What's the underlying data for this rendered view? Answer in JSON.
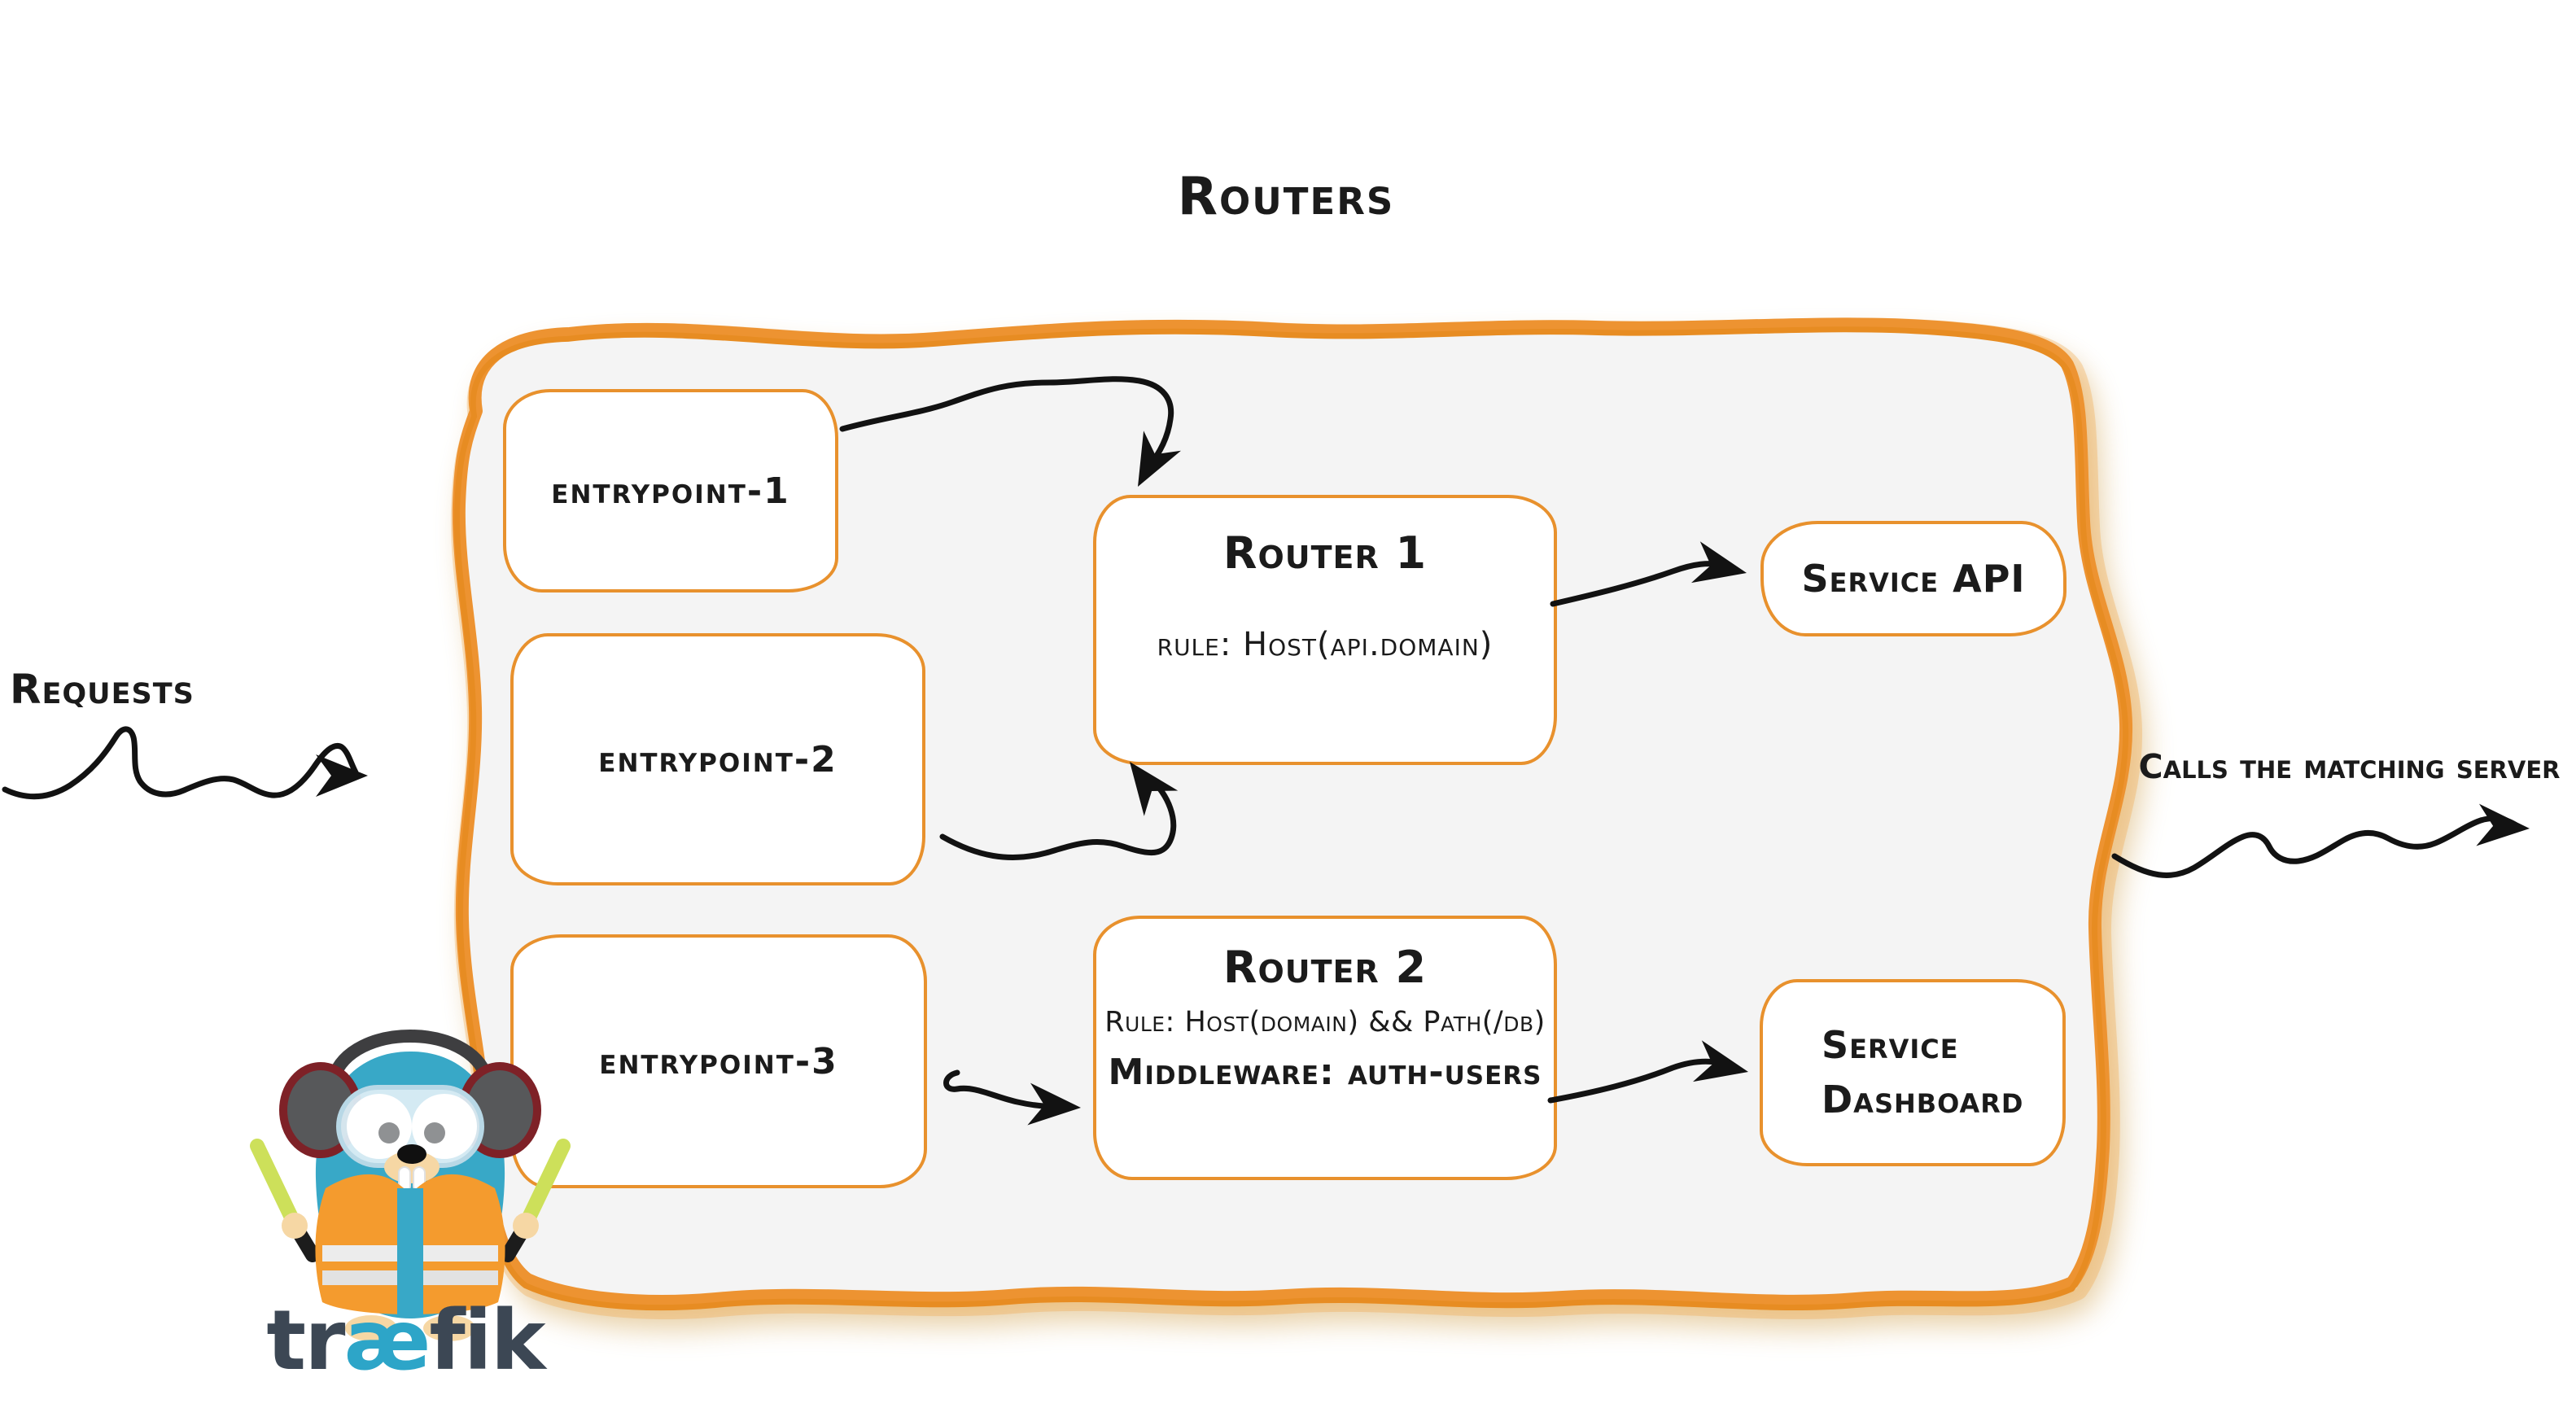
{
  "title": "Routers",
  "annotations": {
    "requests_label": "Requests",
    "calls_label": "Calls the matching server"
  },
  "entrypoints": [
    {
      "label": "entrypoint-1"
    },
    {
      "label": "entrypoint-2"
    },
    {
      "label": "entrypoint-3"
    }
  ],
  "routers": [
    {
      "title": "Router 1",
      "rule": "rule: Host(api.domain)"
    },
    {
      "title": "Router 2",
      "rule": "Rule: Host(domain) && Path(/db)",
      "middleware": "Middleware: auth-users"
    }
  ],
  "services": [
    {
      "label": "Service API"
    },
    {
      "label": "Service\nDashboard"
    }
  ],
  "logo": {
    "part1": "tr",
    "part2": "æ",
    "part3": "fik"
  },
  "colors": {
    "accent_orange": "#ED9331",
    "box_border_orange": "#E8912D",
    "panel_gray": "#F4F4F4",
    "ink": "#1B1B1B",
    "gopher_teal": "#38A8C7",
    "vest_orange": "#F49B2E",
    "wand_green": "#CDE05A",
    "wordmark_dark": "#3C4754",
    "wordmark_teal": "#2DA5C8"
  }
}
